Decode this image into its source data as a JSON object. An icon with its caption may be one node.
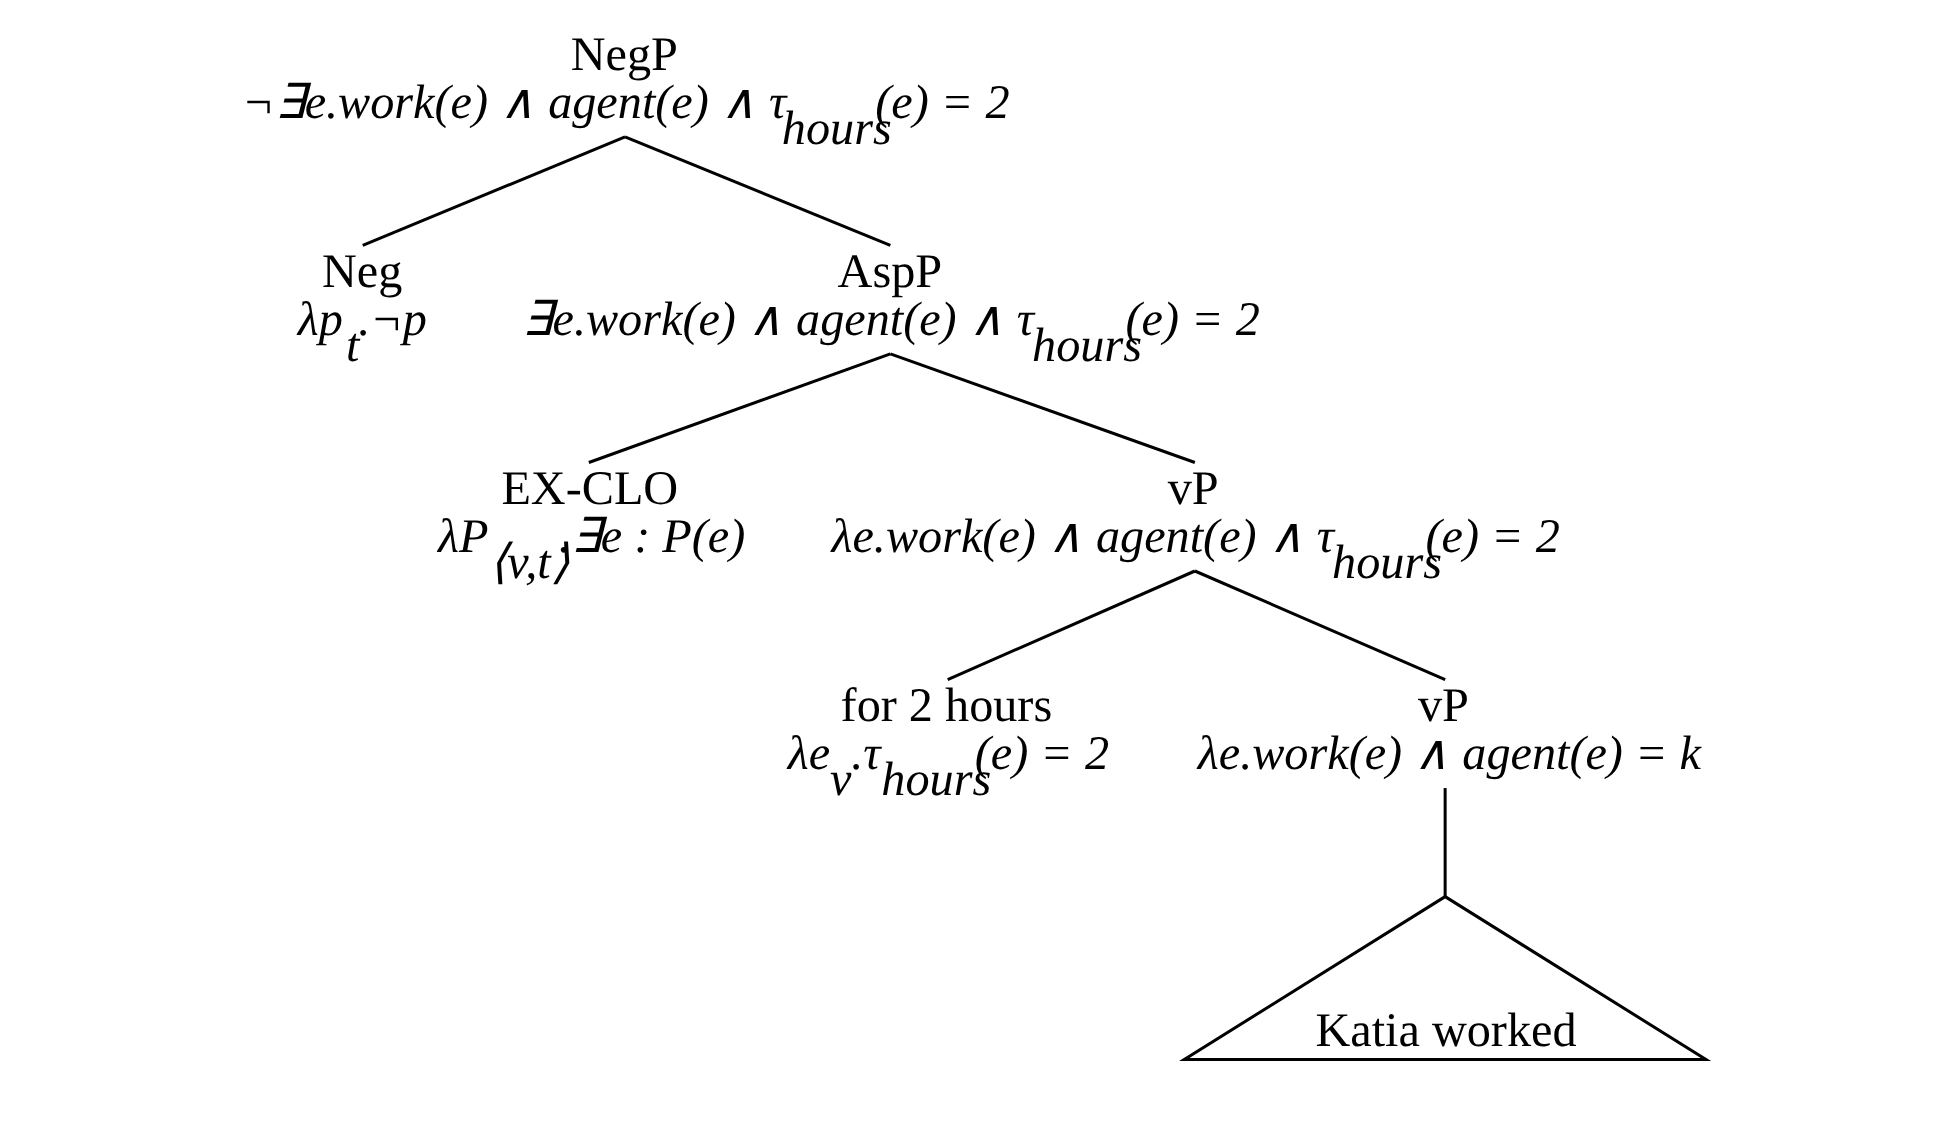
{
  "diagram": {
    "nodes": [
      {
        "text": [
          "NegP",
          "¬∃e.work(e) ∧ agent(e) ∧ τ$_{hours}$(e) = 2"
        ]
      },
      {
        "text": [
          "Neg",
          "λp$_{t}$.¬p"
        ]
      },
      {
        "text": [
          "AspP",
          "∃e.work(e) ∧ agent(e) ∧ τ$_{hours}$(e) = 2"
        ]
      },
      {
        "text": [
          "EX-CLO",
          "λP$_{⟨v,t⟩}$.∃e : P(e)"
        ]
      },
      {
        "text": [
          "vP",
          "λe.work(e) ∧ agent(e) ∧ τ$_{hours}$(e) = 2"
        ]
      },
      {
        "text": [
          "for 2 hours",
          "λe$_{v}$.τ$_{hours}$(e) = 2"
        ]
      },
      {
        "text": [
          "vP",
          "λe.work(e) ∧ agent(e) = k"
        ]
      },
      {
        "text": [
          "Katia worked"
        ]
      }
    ],
    "edges": [
      {
        "from": 0,
        "to": 1,
        "arrow": "none"
      },
      {
        "from": 0,
        "to": 2,
        "arrow": "none"
      },
      {
        "from": 2,
        "to": 3,
        "arrow": "none"
      },
      {
        "from": 2,
        "to": 4,
        "arrow": "none"
      },
      {
        "from": 4,
        "to": 5,
        "arrow": "none"
      },
      {
        "from": 4,
        "to": 6,
        "arrow": "none"
      },
      {
        "from": 6,
        "to": 7,
        "arrow": "none"
      }
    ]
  }
}
